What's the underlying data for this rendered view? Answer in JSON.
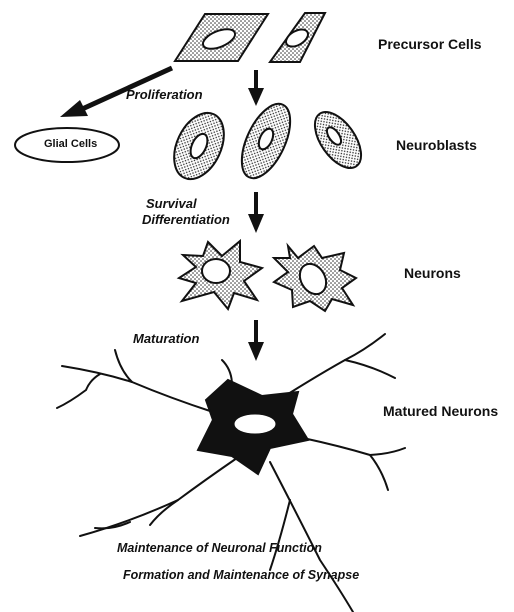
{
  "stages": {
    "precursor": "Precursor Cells",
    "neuroblasts": "Neuroblasts",
    "neurons": "Neurons",
    "matured": "Matured Neurons"
  },
  "processes": {
    "proliferation": "Proliferation",
    "survival": "Survival",
    "differentiation": "Differentiation",
    "maturation": "Maturation"
  },
  "glial": "Glial Cells",
  "footer": {
    "line1": "Maintenance of Neuronal Function",
    "line2": "Formation  and Maintenance of Synapse"
  }
}
